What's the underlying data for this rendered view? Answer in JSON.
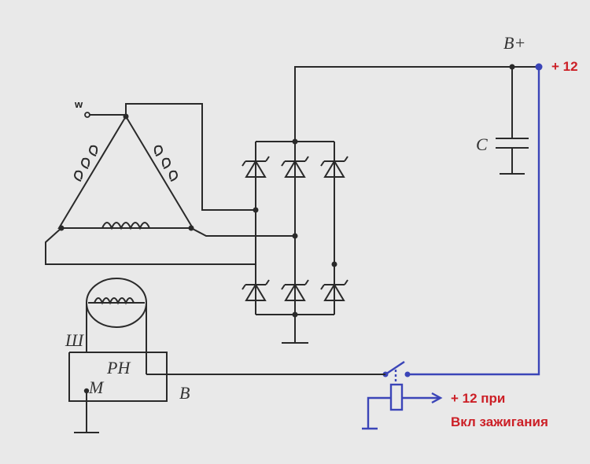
{
  "labels": {
    "w": "w",
    "b_plus": "B+",
    "plus12": "+ 12",
    "capacitor": "C",
    "sh": "Ш",
    "rn": "PH",
    "m": "M",
    "b": "B",
    "ign_line1": "+ 12 при",
    "ign_line2": "Вкл зажигания"
  },
  "colors": {
    "wire": "#2a2a2a",
    "control_wire": "#3b45b8",
    "annotation": "#cc1f26",
    "background": "#e9e9e9"
  }
}
